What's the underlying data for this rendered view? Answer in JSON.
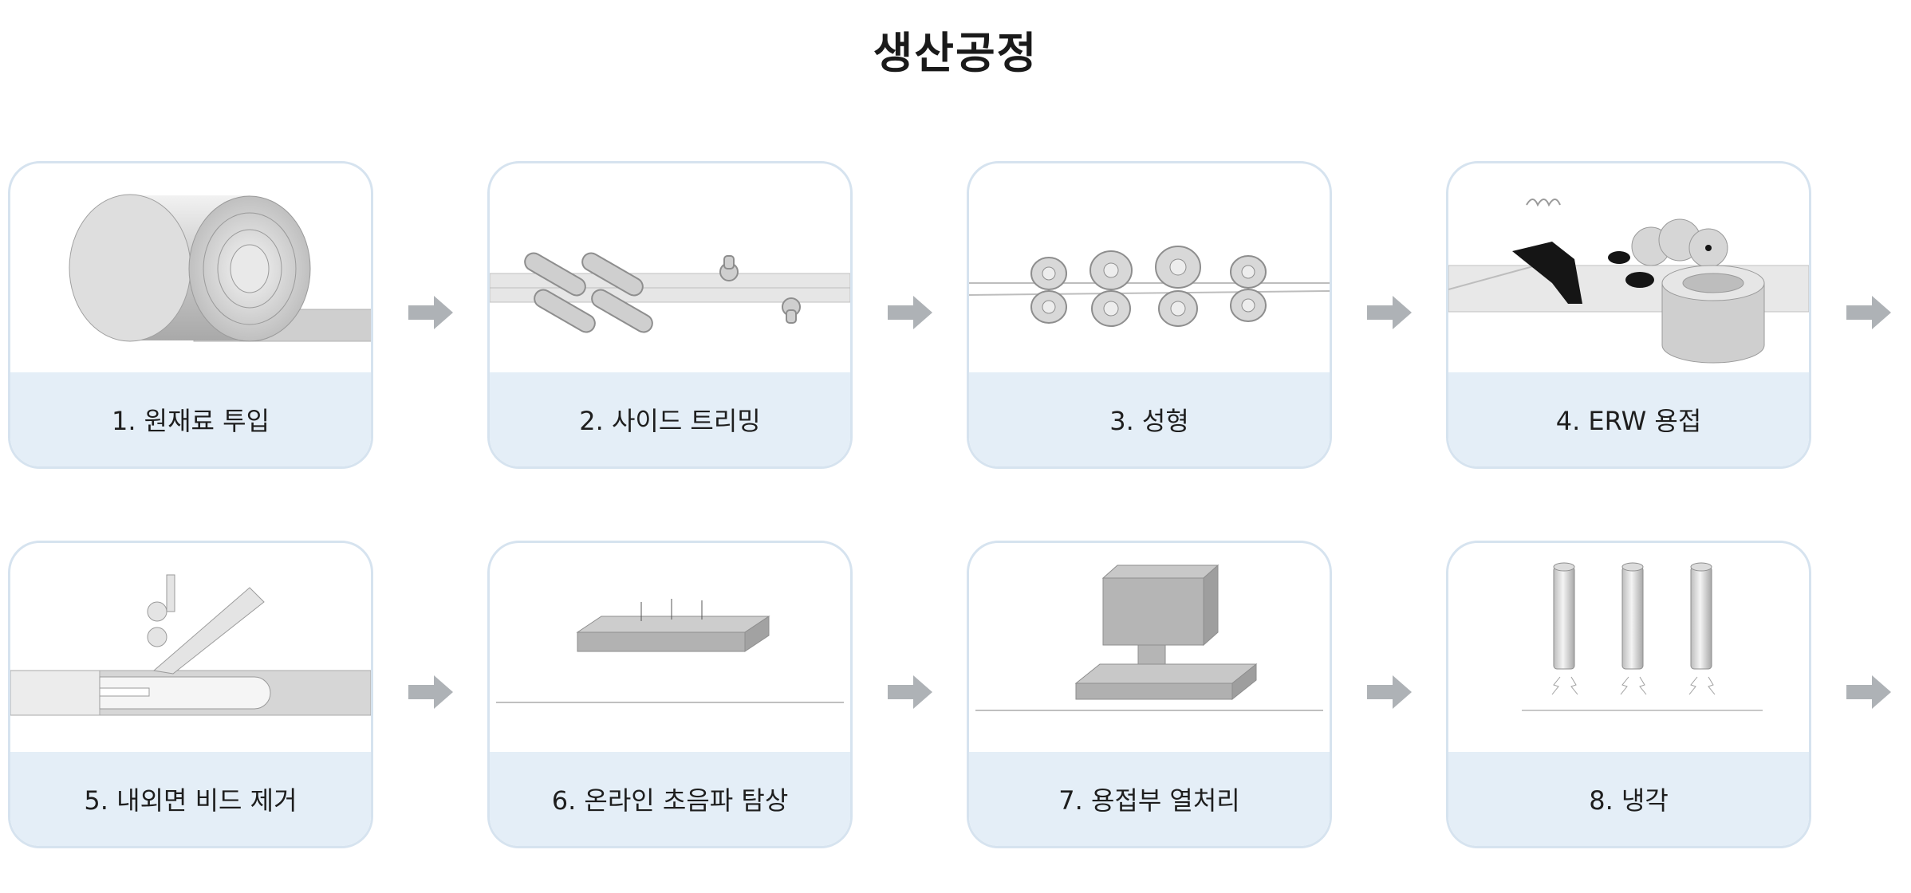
{
  "title": "생산공정",
  "steps": [
    {
      "label": "1. 원재료 투입",
      "icon": "steel-coil-icon"
    },
    {
      "label": "2. 사이드 트리밍",
      "icon": "side-trimming-rollers-icon"
    },
    {
      "label": "3. 성형",
      "icon": "forming-rollers-icon"
    },
    {
      "label": "4. ERW 용접",
      "icon": "erw-welding-icon"
    },
    {
      "label": "5. 내외면 비드 제거",
      "icon": "bead-removal-icon"
    },
    {
      "label": "6. 온라인 초음파 탐상",
      "icon": "ultrasonic-inspection-icon"
    },
    {
      "label": "7. 용접부 열처리",
      "icon": "weld-heat-treatment-icon"
    },
    {
      "label": "8. 냉각",
      "icon": "cooling-nozzles-icon"
    }
  ],
  "colors": {
    "card_border": "#d6e3ef",
    "label_band": "#e4eef7",
    "arrow": "#aeb2b6"
  }
}
